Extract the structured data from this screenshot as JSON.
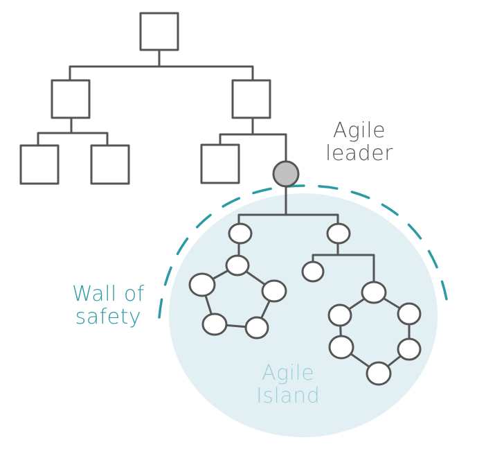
{
  "labels": {
    "agile_leader": [
      "Agile",
      "leader"
    ],
    "wall_of_safety": [
      "Wall of",
      "safety"
    ],
    "agile_island": [
      "Agile",
      "Island"
    ]
  },
  "colors": {
    "ink": "#555555",
    "teal": "#2a9aa5",
    "island_fill": "#e2f0f3",
    "island_text": "#9dcfdc",
    "leader_fill": "#c0c0c0",
    "leader_text": "#555555"
  }
}
